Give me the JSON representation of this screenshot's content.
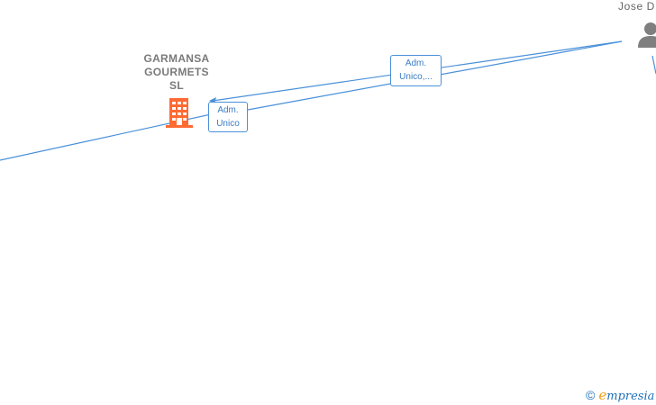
{
  "colors": {
    "edge": "#4a90d9",
    "company_icon": "#ff6a33",
    "person_icon": "#7f7f7f",
    "node_label": "#7a7a7a",
    "brand_blue": "#1f6fb8",
    "brand_orange": "#f39c12"
  },
  "nodes": {
    "company": {
      "name_lines": [
        "GARMANSA",
        "GOURMETS",
        "SL"
      ],
      "icon": "building-icon"
    },
    "person": {
      "name": "Jose D",
      "icon": "person-icon"
    }
  },
  "edges": [
    {
      "label_lines": [
        "Adm.",
        "Unico"
      ]
    },
    {
      "label_lines": [
        "Adm.",
        "Unico,..."
      ]
    }
  ],
  "watermark": {
    "copyright_symbol": "©",
    "brand_first": "e",
    "brand_rest": "mpresia"
  }
}
